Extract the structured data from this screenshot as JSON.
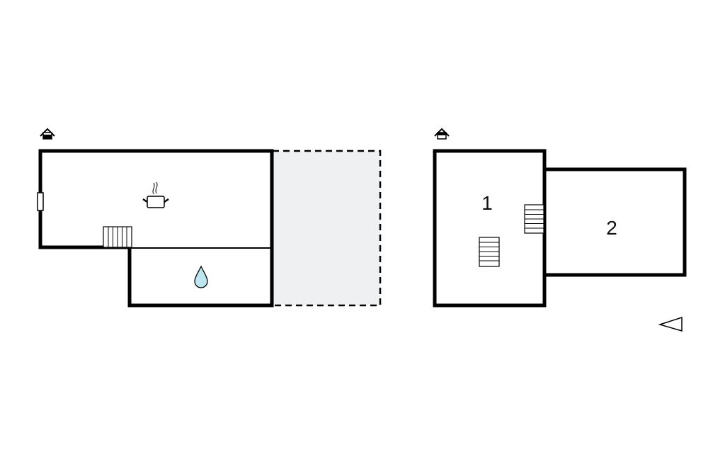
{
  "floors": [
    {
      "name": "ground-floor",
      "icons": [
        "house-entrance-icon",
        "kitchen-pot-icon",
        "water-drop-icon",
        "stairs-icon",
        "window-icon"
      ],
      "terrace": "dashed-terrace"
    },
    {
      "name": "upper-floor",
      "rooms": [
        {
          "label": "1"
        },
        {
          "label": "2"
        }
      ],
      "icons": [
        "house-entrance-icon",
        "stairs-icon",
        "stairs-icon"
      ]
    }
  ],
  "colors": {
    "wall": "#000000",
    "terrace": "#eef0f1",
    "water": "#bde6f0"
  },
  "compass": "north-arrow-icon"
}
